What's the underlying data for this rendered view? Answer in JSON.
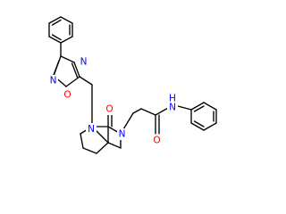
{
  "colors": {
    "background": "#ffffff",
    "bond": "#000000",
    "nitrogen": "#0000ff",
    "oxygen": "#ff0000"
  },
  "atoms": {
    "N_oxadiazole_top": {
      "label": "N",
      "color": "#0000ff"
    },
    "N_oxadiazole_left": {
      "label": "N",
      "color": "#0000ff"
    },
    "O_oxadiazole": {
      "label": "O",
      "color": "#ff0000"
    },
    "N_spiro_pyrrolidine": {
      "label": "N",
      "color": "#0000ff"
    },
    "O_lactam": {
      "label": "O",
      "color": "#ff0000"
    },
    "N_lactam": {
      "label": "N",
      "color": "#0000ff"
    },
    "O_amide": {
      "label": "O",
      "color": "#ff0000"
    },
    "NH_amide": {
      "label": "H",
      "color": "#0000ff"
    },
    "N_amide": {
      "label": "N",
      "color": "#0000ff"
    }
  }
}
